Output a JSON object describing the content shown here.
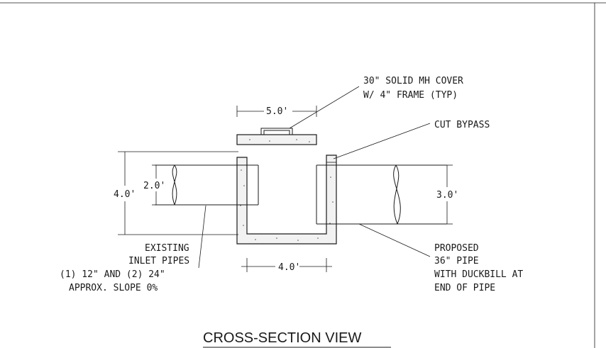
{
  "labels": {
    "mh_cover_line1": "30\" SOLID MH COVER",
    "mh_cover_line2": "W/ 4\" FRAME (TYP)",
    "cut_bypass": "CUT BYPASS",
    "existing_line1": "EXISTING",
    "existing_line2": "INLET PIPES",
    "existing_line3": "(1) 12\" AND (2) 24\"",
    "existing_line4": "APPROX. SLOPE 0%",
    "proposed_line1": "PROPOSED",
    "proposed_line2": "36\" PIPE",
    "proposed_line3": "WITH DUCKBILL AT",
    "proposed_line4": "END OF PIPE"
  },
  "dimensions": {
    "cover_width": "5.0'",
    "structure_height": "4.0'",
    "inlet_pipe_dia": "2.0'",
    "outlet_pipe_dia": "3.0'",
    "base_width": "4.0'"
  },
  "title": "CROSS-SECTION VIEW",
  "colors": {
    "line": "#1a1a1a",
    "concrete": "#f2f2f2"
  }
}
